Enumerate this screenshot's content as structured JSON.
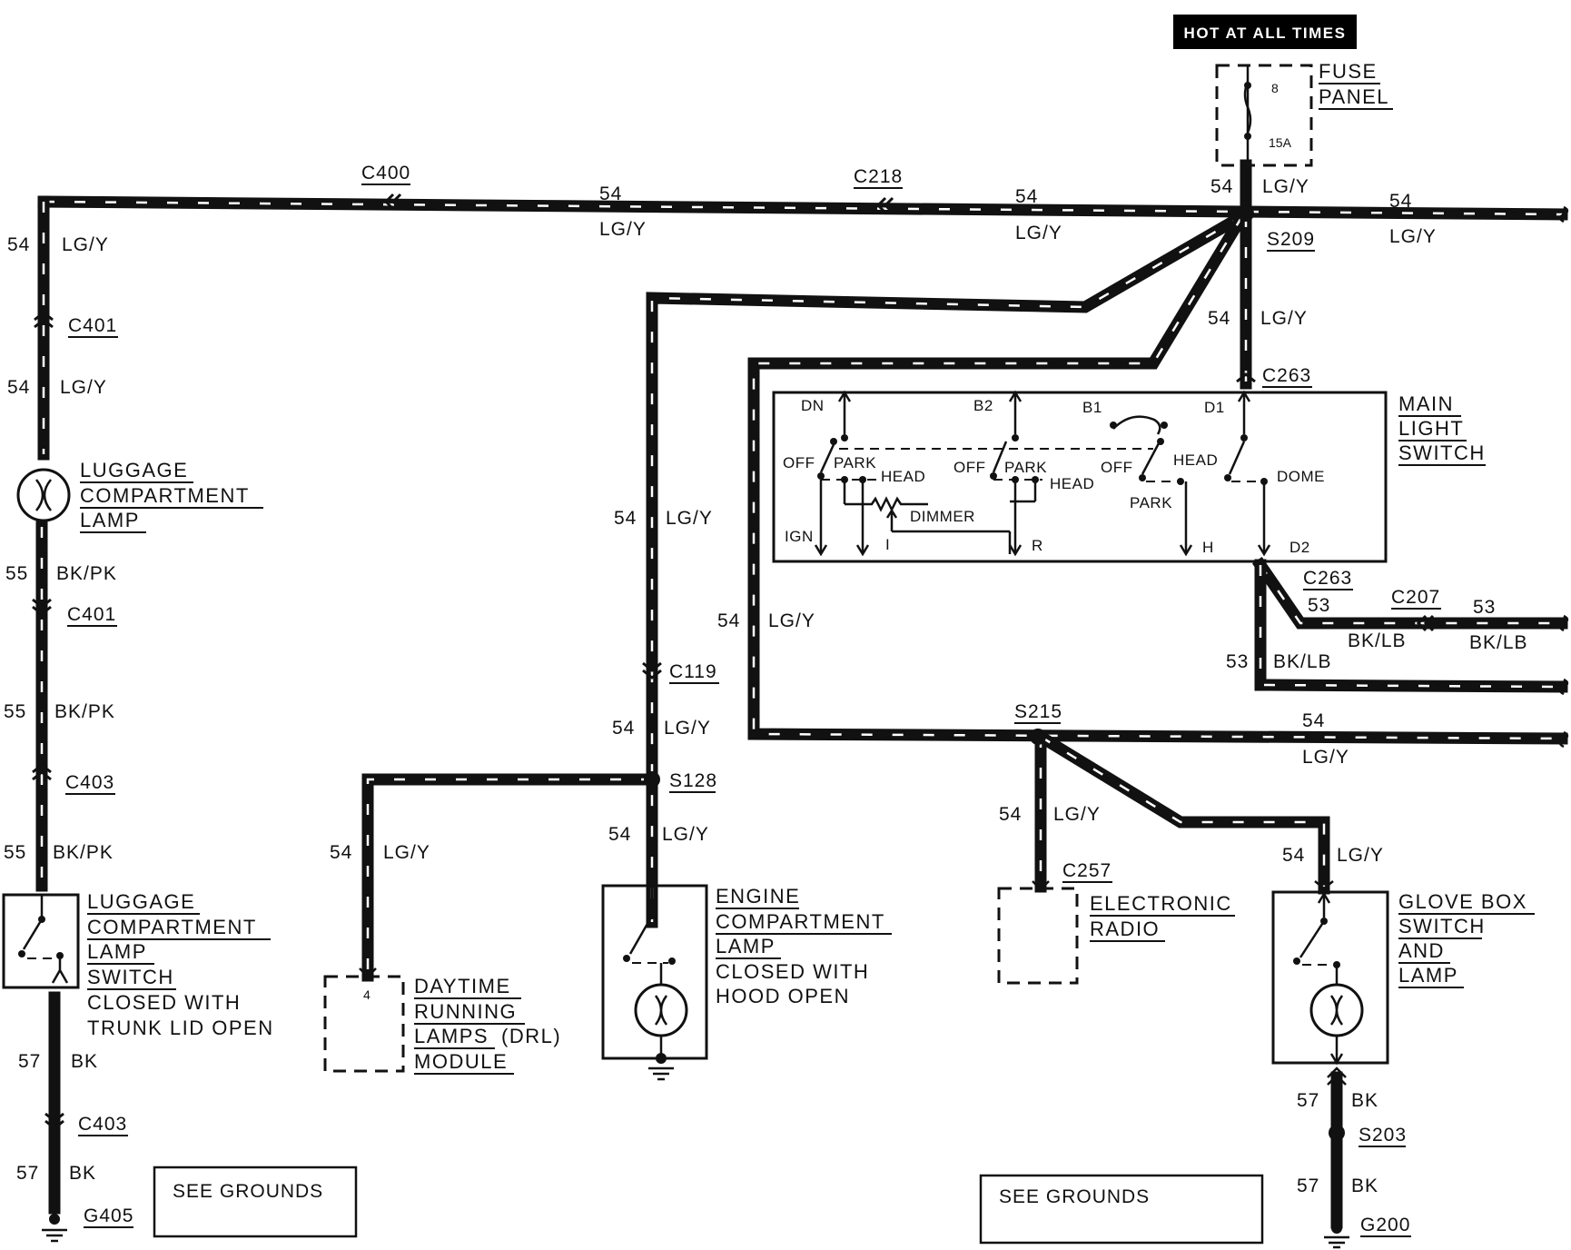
{
  "header": {
    "hot_at_all_times": "HOT AT ALL TIMES"
  },
  "fuse": {
    "panel_line1": "FUSE",
    "panel_line2": "PANEL",
    "number": "8",
    "rating": "15A"
  },
  "splices": {
    "s209": "S209",
    "s215": "S215",
    "s128": "S128",
    "s203": "S203"
  },
  "connectors": {
    "c400": "C400",
    "c218": "C218",
    "c401": "C401",
    "c403": "C403",
    "c119": "C119",
    "c263": "C263",
    "c207": "C207",
    "c257": "C257"
  },
  "grounds": {
    "g405": "G405",
    "g200": "G200"
  },
  "wires": {
    "n54": "54",
    "n55": "55",
    "n53": "53",
    "n57": "57",
    "lgy": "LG/Y",
    "bkpk": "BK/PK",
    "bklb": "BK/LB",
    "bk": "BK"
  },
  "components": {
    "luggage_lamp": [
      "LUGGAGE",
      "COMPARTMENT",
      "LAMP"
    ],
    "luggage_switch": [
      "LUGGAGE",
      "COMPARTMENT",
      "LAMP",
      "SWITCH"
    ],
    "luggage_switch_note": [
      "CLOSED WITH",
      "TRUNK LID OPEN"
    ],
    "drl": [
      "DAYTIME",
      "RUNNING",
      "LAMPS",
      "(DRL)",
      "MODULE"
    ],
    "drl_pin": "4",
    "engine_lamp": [
      "ENGINE",
      "COMPARTMENT",
      "LAMP"
    ],
    "engine_note": [
      "CLOSED WITH",
      "HOOD OPEN"
    ],
    "main_light_switch": [
      "MAIN",
      "LIGHT",
      "SWITCH"
    ],
    "radio": [
      "ELECTRONIC",
      "RADIO"
    ],
    "glove_box": [
      "GLOVE BOX",
      "SWITCH",
      "AND",
      "LAMP"
    ]
  },
  "switch_terminals": {
    "dn": "DN",
    "b2": "B2",
    "b1": "B1",
    "d1": "D1",
    "ign": "IGN",
    "i": "I",
    "r": "R",
    "h": "H",
    "d2": "D2",
    "off": "OFF",
    "park": "PARK",
    "head": "HEAD",
    "dome": "DOME",
    "dimmer": "DIMMER"
  },
  "notes": {
    "see_grounds": "SEE GROUNDS"
  }
}
